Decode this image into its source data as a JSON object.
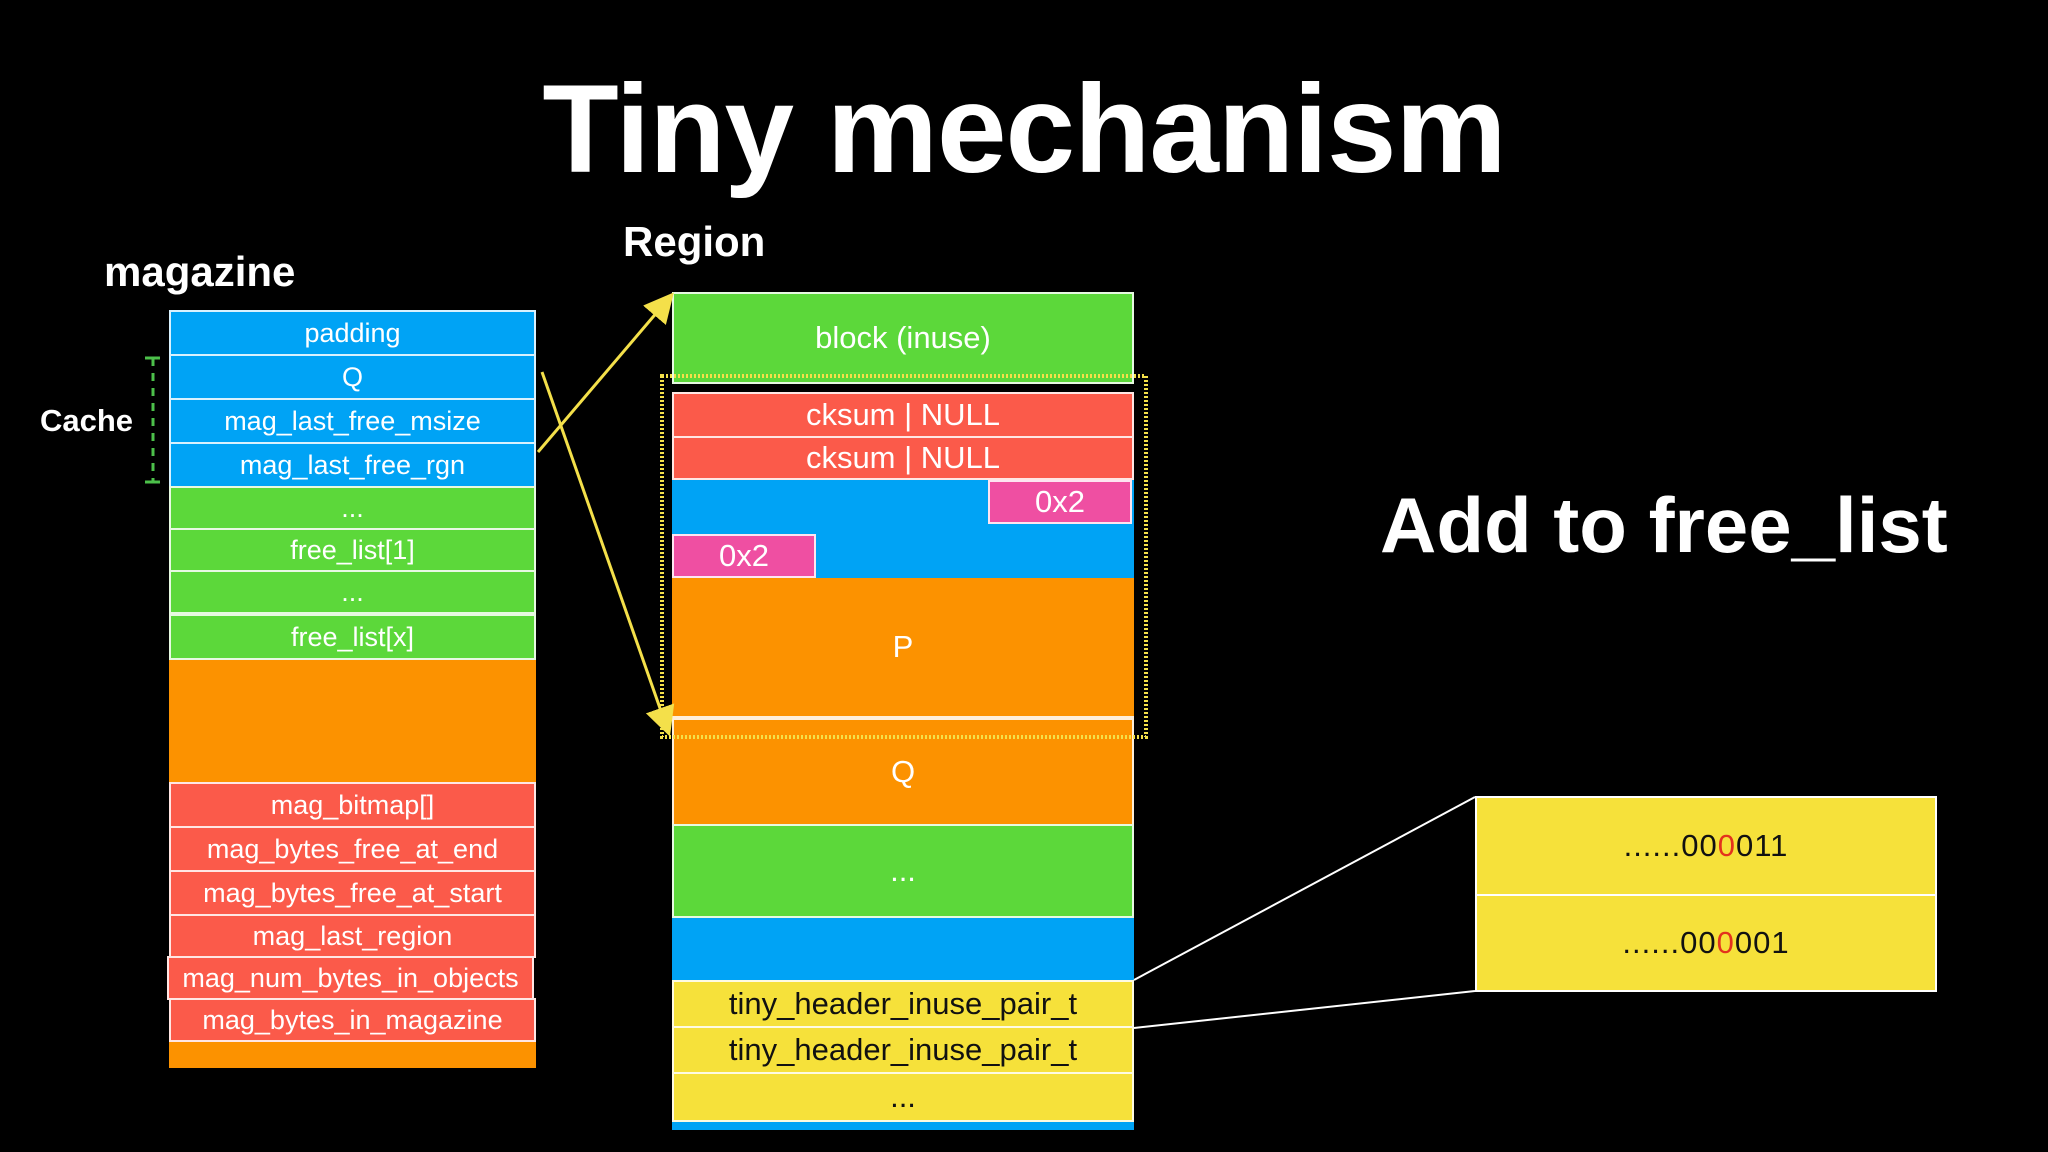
{
  "title": "Tiny mechanism",
  "labels": {
    "magazine": "magazine",
    "region": "Region",
    "cache": "Cache",
    "action": "Add to free_list"
  },
  "magazine": {
    "cells": [
      "padding",
      "Q",
      "mag_last_free_msize",
      "mag_last_free_rgn",
      "...",
      "free_list[1]",
      "...",
      "free_list[x]"
    ],
    "lower_cells": [
      "mag_bitmap[]",
      "mag_bytes_free_at_end",
      "mag_bytes_free_at_start",
      "mag_last_region",
      "mag_num_bytes_in_objects",
      "mag_bytes_in_magazine"
    ]
  },
  "region": {
    "block": "block (inuse)",
    "cksum1": "cksum | NULL",
    "cksum2": "cksum | NULL",
    "size_right": "0x2",
    "size_left": "0x2",
    "p": "P",
    "q": "Q",
    "dots": "...",
    "header1": "tiny_header_inuse_pair_t",
    "header2": "tiny_header_inuse_pair_t",
    "dots2": "..."
  },
  "bits": {
    "row1_prefix": "......00",
    "row1_hi": "0",
    "row1_suffix": "011",
    "row2_prefix": "......00",
    "row2_hi": "0",
    "row2_suffix": "001"
  },
  "colors": {
    "blue": "#00a3f5",
    "green": "#5cd83a",
    "orange": "#fc9200",
    "red": "#fb5a4a",
    "pink": "#ef4fa2",
    "yellow": "#f6e13a",
    "arrow": "#f4e04a",
    "highlight_bit": "#e3321d"
  }
}
